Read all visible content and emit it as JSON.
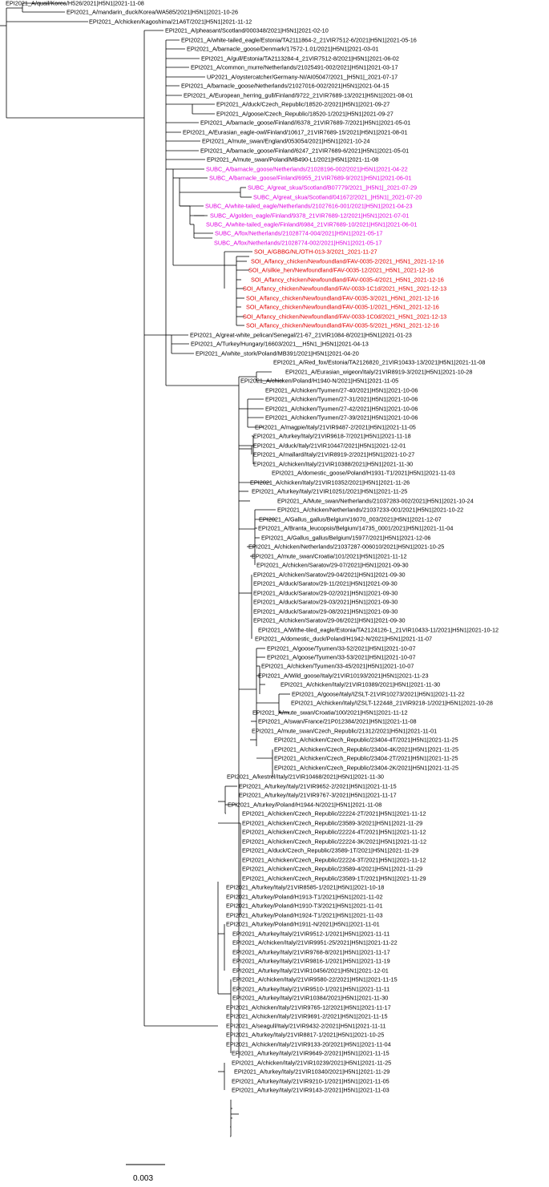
{
  "colors": {
    "default": "#000000",
    "SUBC": "#e000e0",
    "SOI": "#e00000",
    "branch": "#000000"
  },
  "scale_bar": {
    "label": "0.003",
    "length": 0.003
  },
  "leaves": [
    {
      "label": "EPI2021_A/quail/Korea/H526/2021|H5N1|2021-11-08",
      "group": "default"
    },
    {
      "label": "EPI2021_A/mandarin_duck/Korea/WA585/2021|H5N1|2021-10-26",
      "group": "default"
    },
    {
      "label": "EPI2021_A/chicken/Kagoshima/21A6T/2021|H5N1|2021-11-12",
      "group": "default"
    },
    {
      "label": "EPI2021_A/pheasant/Scotland/000348/2021|H5N1|2021-02-10",
      "group": "default"
    },
    {
      "label": "EPI2021_A/white-tailed_eagle/Estonia/TA2111864-2_21VIR7512-6/2021|H5N1|2021-05-16",
      "group": "default"
    },
    {
      "label": "EPI2021_A/barnacle_goose/Denmark/17572-1.01/2021|H5N1|2021-03-01",
      "group": "default"
    },
    {
      "label": "EPI2021_A/gull/Estonia/TA2113284-4_21VIR7512-8/2021|H5N1|2021-06-02",
      "group": "default"
    },
    {
      "label": "EPI2021_A/common_murre/Netherlands/21025491-002/2021|H5N1|2021-03-17",
      "group": "default"
    },
    {
      "label": "UP2021_A/oystercatcher/Germany-NI/AI05047/2021_|H5N1|_2021-07-17",
      "group": "default"
    },
    {
      "label": "EPI2021_A/barnacle_goose/Netherlands/21027016-002/2021|H5N1|2021-04-15",
      "group": "default"
    },
    {
      "label": "EPI2021_A/European_herring_gull/Finland/9722_21VIR7689-13/2021|H5N1|2021-08-01",
      "group": "default"
    },
    {
      "label": "EPI2021_A/duck/Czech_Republic/18520-2/2021|H5N1|2021-09-27",
      "group": "default"
    },
    {
      "label": "EPI2021_A/goose/Czech_Republic/18520-1/2021|H5N1|2021-09-27",
      "group": "default"
    },
    {
      "label": "EPI2021_A/barnacle_goose/Finland//6378_21VIR7689-7/2021|H5N1|2021-05-01",
      "group": "default"
    },
    {
      "label": "EPI2021_A/Eurasian_eagle-owl/Finland/10617_21VIR7689-15/2021|H5N1|2021-08-01",
      "group": "default"
    },
    {
      "label": "EPI2021_A/mute_swan/England/053054/2021|H5N1|2021-10-24",
      "group": "default"
    },
    {
      "label": "EPI2021_A/barnacle_goose/Finland/6247_21VIR7689-6/2021|H5N1|2021-05-01",
      "group": "default"
    },
    {
      "label": "EPI2021_A/mute_swan/Poland/MB490-L1/2021|H5N1|2021-11-08",
      "group": "default"
    },
    {
      "label": "SUBC_A/barnacle_goose/Netherlands/21028196-002/2021|H5N1|2021-04-22",
      "group": "SUBC"
    },
    {
      "label": "SUBC_A/barnacle_goose/Finland/6955_21VIR7689-9/2021|H5N1|2021-06-01",
      "group": "SUBC"
    },
    {
      "label": "SUBC_A/great_skua/Scotland/B07779/2021_|H5N1|_2021-07-29",
      "group": "SUBC"
    },
    {
      "label": "SUBC_A/great_skua/Scotland/041672/2021_|H5N1|_2021-07-20",
      "group": "SUBC"
    },
    {
      "label": "SUBC_A/white-tailed_eagle/Netherlands/21027616-001/2021|H5N1|2021-04-23",
      "group": "SUBC"
    },
    {
      "label": "SUBC_A/golden_eagle/Finland/9378_21VIR7689-12/2021|H5N1|2021-07-01",
      "group": "SUBC"
    },
    {
      "label": "SUBC_A/white-tailed_eagle/Finland/6984_21VIR7689-10/2021|H5N1|2021-06-01",
      "group": "SUBC"
    },
    {
      "label": "SUBC_A/fox/Netherlands/21028774-004/2021|H5N1|2021-05-17",
      "group": "SUBC"
    },
    {
      "label": "SUBC_A/fox/Netherlands/21028774-002/2021|H5N1|2021-05-17",
      "group": "SUBC"
    },
    {
      "label": "SOI_A/GBBG/NL/OTH-013-3/2021_2021-11-27",
      "group": "SOI"
    },
    {
      "label": "SOI_A/fancy_chicken/Newfoundland/FAV-0035-2/2021_H5N1_2021-12-16",
      "group": "SOI"
    },
    {
      "label": "SOI_A/silkie_hen/Newfoundland/FAV-0035-12/2021_H5N1_2021-12-16",
      "group": "SOI"
    },
    {
      "label": "SOI_A/fancy_chicken/Newfoundland/FAV-0035-4/2021_H5N1_2021-12-16",
      "group": "SOI"
    },
    {
      "label": "SOI_A/fancy_chicken/Newfoundland/FAV-0033-1C1d/2021_H5N1_2021-12-13",
      "group": "SOI"
    },
    {
      "label": "SOI_A/fancy_chicken/Newfoundland/FAV-0035-3/2021_H5N1_2021-12-16",
      "group": "SOI"
    },
    {
      "label": "SOI_A/fancy_chicken/Newfoundland/FAV-0035-1/2021_H5N1_2021-12-16",
      "group": "SOI"
    },
    {
      "label": "SOI_A/fancy_chicken/Newfoundland/FAV-0033-1C0d/2021_H5N1_2021-12-13",
      "group": "SOI"
    },
    {
      "label": "SOI_A/fancy_chicken/Newfoundland/FAV-0035-5/2021_H5N1_2021-12-16",
      "group": "SOI"
    },
    {
      "label": "EPI2021_A/great-white_pelican/Senegal/21-67_21VIR1084-8/2021|H5N1|2021-01-23",
      "group": "default"
    },
    {
      "label": "EPI2021_A/Turkey/Hungary/16603/2021__H5N1_|H5N1|2021-04-13",
      "group": "default"
    },
    {
      "label": "EPI2021_A/white_stork/Poland/MB391/2021|H5N1|2021-04-20",
      "group": "default"
    },
    {
      "label": "EPI2021_A/Red_fox/Estonia/TA2126820_21VIR10433-13/2021|H5N1|2021-11-08",
      "group": "default"
    },
    {
      "label": "EPI2021_A/Eurasian_wigeon/Italy/21VIR8919-3/2021|H5N1|2021-10-28",
      "group": "default"
    },
    {
      "label": "EPI2021_A/chicken/Poland/H1940-N/2021|H5N1|2021-11-05",
      "group": "default"
    },
    {
      "label": "EPI2021_A/chicken/Tyumen/27-40/2021|H5N1|2021-10-06",
      "group": "default"
    },
    {
      "label": "EPI2021_A/chicken/Tyumen/27-31/2021|H5N1|2021-10-06",
      "group": "default"
    },
    {
      "label": "EPI2021_A/chicken/Tyumen/27-42/2021|H5N1|2021-10-06",
      "group": "default"
    },
    {
      "label": "EPI2021_A/chicken/Tyumen/27-39/2021|H5N1|2021-10-06",
      "group": "default"
    },
    {
      "label": "EPI2021_A/magpie/Italy/21VIR9487-2/2021|H5N1|2021-11-05",
      "group": "default"
    },
    {
      "label": "EPI2021_A/turkey/Italy/21VIR9618-7/2021|H5N1|2021-11-18",
      "group": "default"
    },
    {
      "label": "EPI2021_A/duck/Italy/21VIR10447/2021|H5N1|2021-12-01",
      "group": "default"
    },
    {
      "label": "EPI2021_A/mallard/Italy/21VIR8919-2/2021|H5N1|2021-10-27",
      "group": "default"
    },
    {
      "label": "EPI2021_A/chicken/Italy/21VIR10388/2021|H5N1|2021-11-30",
      "group": "default"
    },
    {
      "label": "EPI2021_A/domestic_goose/Poland/H1931-T1/2021|H5N1|2021-11-03",
      "group": "default"
    },
    {
      "label": "EPI2021_A/chicken/Italy/21VIR10352/2021|H5N1|2021-11-26",
      "group": "default"
    },
    {
      "label": "EPI2021_A/turkey/Italy/21VIR10251/2021|H5N1|2021-11-25",
      "group": "default"
    },
    {
      "label": "EPI2021_A/Mute_swan/Netherlands/21037283-002/2021|H5N1|2021-10-24",
      "group": "default"
    },
    {
      "label": "EPI2021_A/chicken/Netherlands/21037233-001/2021|H5N1|2021-10-22",
      "group": "default"
    },
    {
      "label": "EPI2021_A/Gallus_gallus/Belgium/16070_003/2021|H5N1|2021-12-07",
      "group": "default"
    },
    {
      "label": "EPI2021_A/Branta_leucopsis/Belgium/14735_0001/2021|H5N1|2021-11-04",
      "group": "default"
    },
    {
      "label": "EPI2021_A/Gallus_gallus/Belgium/15977/2021|H5N1|2021-12-06",
      "group": "default"
    },
    {
      "label": "EPI2021_A/chicken/Netherlands/21037287-006010/2021|H5N1|2021-10-25",
      "group": "default"
    },
    {
      "label": "EPI2021_A/mute_swan/Croatia/101/2021|H5N1|2021-11-12",
      "group": "default"
    },
    {
      "label": "EPI2021_A/chicken/Saratov/29-07/2021|H5N1|2021-09-30",
      "group": "default"
    },
    {
      "label": "EPI2021_A/chicken/Saratov/29-04/2021|H5N1|2021-09-30",
      "group": "default"
    },
    {
      "label": "EPI2021_A/duck/Saratov/29-11/2021|H5N1|2021-09-30",
      "group": "default"
    },
    {
      "label": "EPI2021_A/duck/Saratov/29-02/2021|H5N1|2021-09-30",
      "group": "default"
    },
    {
      "label": "EPI2021_A/duck/Saratov/29-03/2021|H5N1|2021-09-30",
      "group": "default"
    },
    {
      "label": "EPI2021_A/duck/Saratov/29-08/2021|H5N1|2021-09-30",
      "group": "default"
    },
    {
      "label": "EPI2021_A/chicken/Saratov/29-06/2021|H5N1|2021-09-30",
      "group": "default"
    },
    {
      "label": "EPI2021_A/Withe-tiled_eagle/Estonia/TA2124126-1_21VIR10433-11/2021|H5N1|2021-10-12",
      "group": "default"
    },
    {
      "label": "EPI2021_A/domestic_duck/Poland/H1942-N/2021|H5N1|2021-11-07",
      "group": "default"
    },
    {
      "label": "EPI2021_A/goose/Tyumen/33-52/2021|H5N1|2021-10-07",
      "group": "default"
    },
    {
      "label": "EPI2021_A/goose/Tyumen/33-53/2021|H5N1|2021-10-07",
      "group": "default"
    },
    {
      "label": "EPI2021_A/chicken/Tyumen/33-45/2021|H5N1|2021-10-07",
      "group": "default"
    },
    {
      "label": "EPI2021_A/Wild_goose/Italy/21VIR10193/2021|H5N1|2021-11-23",
      "group": "default"
    },
    {
      "label": "EPI2021_A/chicken/Italy/21VIR10389/2021|H5N1|2021-11-30",
      "group": "default"
    },
    {
      "label": "EPI2021_A/goose/Italy/IZSLT-21VIR10273/2021|H5N1|2021-11-22",
      "group": "default"
    },
    {
      "label": "EPI2021_A/chicken/Italy/IZSLT-122448_21VIR9218-1/2021|H5N1|2021-10-28",
      "group": "default"
    },
    {
      "label": "EPI2021_A/mute_swan/Croatia/100/2021|H5N1|2021-11-12",
      "group": "default"
    },
    {
      "label": "EPI2021_A/swan/France/21P012384/2021|H5N1|2021-11-08",
      "group": "default"
    },
    {
      "label": "EPI2021_A/mute_swan/Czech_Republic/21312/2021|H5N1|2021-11-01",
      "group": "default"
    },
    {
      "label": "EPI2021_A/chicken/Czech_Republic/23404-4T/2021|H5N1|2021-11-25",
      "group": "default"
    },
    {
      "label": "EPI2021_A/chicken/Czech_Republic/23404-4K/2021|H5N1|2021-11-25",
      "group": "default"
    },
    {
      "label": "EPI2021_A/chicken/Czech_Republic/23404-2T/2021|H5N1|2021-11-25",
      "group": "default"
    },
    {
      "label": "EPI2021_A/chicken/Czech_Republic/23404-2K/2021|H5N1|2021-11-25",
      "group": "default"
    },
    {
      "label": "EPI2021_A/kestrel/Italy/21VIR10468/2021|H5N1|2021-11-30",
      "group": "default"
    },
    {
      "label": "EPI2021_A/turkey/Italy/21VIR9652-2/2021|H5N1|2021-11-15",
      "group": "default"
    },
    {
      "label": "EPI2021_A/turkey/Italy/21VIR9767-3/2021|H5N1|2021-11-17",
      "group": "default"
    },
    {
      "label": "EPI2021_A/turkey/Poland/H1944-N/2021|H5N1|2021-11-08",
      "group": "default"
    },
    {
      "label": "EPI2021_A/chicken/Czech_Republic/22224-2T/2021|H5N1|2021-11-12",
      "group": "default"
    },
    {
      "label": "EPI2021_A/chicken/Czech_Republic/23589-3/2021|H5N1|2021-11-29",
      "group": "default"
    },
    {
      "label": "EPI2021_A/chicken/Czech_Republic/22224-4T/2021|H5N1|2021-11-12",
      "group": "default"
    },
    {
      "label": "EPI2021_A/chicken/Czech_Republic/22224-3K/2021|H5N1|2021-11-12",
      "group": "default"
    },
    {
      "label": "EPI2021_A/duck/Czech_Republic/23589-1T/2021|H5N1|2021-11-29",
      "group": "default"
    },
    {
      "label": "EPI2021_A/chicken/Czech_Republic/22224-3T/2021|H5N1|2021-11-12",
      "group": "default"
    },
    {
      "label": "EPI2021_A/chicken/Czech_Republic/23589-4/2021|H5N1|2021-11-29",
      "group": "default"
    },
    {
      "label": "EPI2021_A/chicken/Czech_Republic/23589-1T/2021|H5N1|2021-11-29",
      "group": "default"
    },
    {
      "label": "EPI2021_A/turkey/Italy/21VIR8585-1/2021|H5N1|2021-10-18",
      "group": "default"
    },
    {
      "label": "EPI2021_A/turkey/Poland/H1913-T1/2021|H5N1|2021-11-02",
      "group": "default"
    },
    {
      "label": "EPI2021_A/turkey/Poland/H1910-T3/2021|H5N1|2021-11-01",
      "group": "default"
    },
    {
      "label": "EPI2021_A/turkey/Poland/H1924-T1/2021|H5N1|2021-11-03",
      "group": "default"
    },
    {
      "label": "EPI2021_A/turkey/Poland/H1911-N/2021|H5N1|2021-11-01",
      "group": "default"
    },
    {
      "label": "EPI2021_A/turkey/Italy/21VIR9512-1/2021|H5N1|2021-11-11",
      "group": "default"
    },
    {
      "label": "EPI2021_A/chicken/Italy/21VIR9951-25/2021|H5N1|2021-11-22",
      "group": "default"
    },
    {
      "label": "EPI2021_A/turkey/Italy/21VIR9768-8/2021|H5N1|2021-11-17",
      "group": "default"
    },
    {
      "label": "EPI2021_A/turkey/Italy/21VIR9816-1/2021|H5N1|2021-11-19",
      "group": "default"
    },
    {
      "label": "EPI2021_A/turkey/Italy/21VIR10456/2021|H5N1|2021-12-01",
      "group": "default"
    },
    {
      "label": "EPI2021_A/chicken/Italy/21VIR9580-22/2021|H5N1|2021-11-15",
      "group": "default"
    },
    {
      "label": "EPI2021_A/turkey/Italy/21VIR9510-1/2021|H5N1|2021-11-11",
      "group": "default"
    },
    {
      "label": "EPI2021_A/turkey/Italy/21VIR10384/2021|H5N1|2021-11-30",
      "group": "default"
    },
    {
      "label": "EPI2021_A/chicken/Italy/21VIR9765-12/2021|H5N1|2021-11-17",
      "group": "default"
    },
    {
      "label": "EPI2021_A/chicken/Italy/21VIR9691-2/2021|H5N1|2021-11-15",
      "group": "default"
    },
    {
      "label": "EPI2021_A/seagull/Italy/21VIR9432-2/2021|H5N1|2021-11-11",
      "group": "default"
    },
    {
      "label": "EPI2021_A/turkey/Italy/21VIR8817-1/2021|H5N1|2021-10-25",
      "group": "default"
    },
    {
      "label": "EPI2021_A/chicken/Italy/21VIR9133-20/2021|H5N1|2021-11-04",
      "group": "default"
    },
    {
      "label": "EPI2021_A/turkey/Italy/21VIR9649-2/2021|H5N1|2021-11-15",
      "group": "default"
    },
    {
      "label": "EPI2021_A/chicken/Italy/21VIR10239/2021|H5N1|2021-11-25",
      "group": "default"
    },
    {
      "label": "EPI2021_A/turkey/Italy/21VIR10340/2021|H5N1|2021-11-29",
      "group": "default"
    },
    {
      "label": "EPI2021_A/turkey/Italy/21VIR9210-1/2021|H5N1|2021-11-05",
      "group": "default"
    },
    {
      "label": "EPI2021_A/turkey/Italy/21VIR9143-2/2021|H5N1|2021-11-03",
      "group": "default"
    }
  ]
}
